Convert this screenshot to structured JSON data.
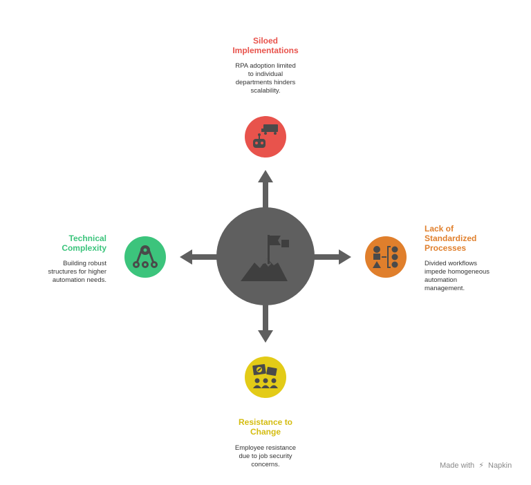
{
  "colors": {
    "center": "#5f5f5f",
    "siloed": "#e8534c",
    "standardized": "#e07f2c",
    "resistance": "#e3cb17",
    "technical": "#3cc47c",
    "icon_dark": "#4a4a4a"
  },
  "center": {
    "icon": "mountain-flag-icon"
  },
  "nodes": {
    "siloed": {
      "title": "Siloed\nImplementations",
      "description": "RPA adoption limited\nto individual\ndepartments hinders\nscalability.",
      "icon": "robot-truck-icon"
    },
    "standardized": {
      "title": "Lack of\nStandardized\nProcesses",
      "description": "Divided workflows\nimpede homogeneous\nautomation\nmanagement.",
      "icon": "process-shapes-icon"
    },
    "resistance": {
      "title": "Resistance to\nChange",
      "description": "Employee resistance\ndue to job security\nconcerns.",
      "icon": "protest-group-icon"
    },
    "technical": {
      "title": "Technical\nComplexity",
      "description": "Building robust\nstructures for higher\nautomation needs.",
      "icon": "gear-conveyor-icon"
    }
  },
  "watermark": {
    "prefix": "Made with",
    "brand": "Napkin"
  }
}
